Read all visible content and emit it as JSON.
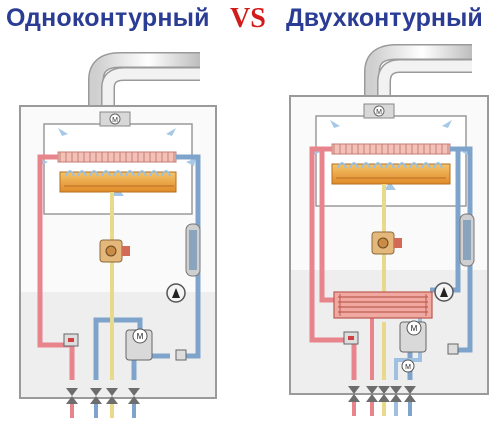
{
  "header": {
    "left_title": "Одноконтурный",
    "vs_label": "VS",
    "right_title": "Двухконтурный"
  },
  "colors": {
    "title": "#2a3c94",
    "vs": "#d21c1c",
    "hot_pipe": "#e8848c",
    "cold_pipe": "#7fa4cc",
    "gas_pipe": "#e9d98a",
    "burner": "#e9a23a",
    "cabinet_outline": "#9a9a9a"
  },
  "diagram": {
    "left_boiler": {
      "type": "single-circuit",
      "component_marks": [
        "M",
        "M"
      ]
    },
    "right_boiler": {
      "type": "double-circuit",
      "component_marks": [
        "M",
        "M",
        "M"
      ]
    }
  }
}
